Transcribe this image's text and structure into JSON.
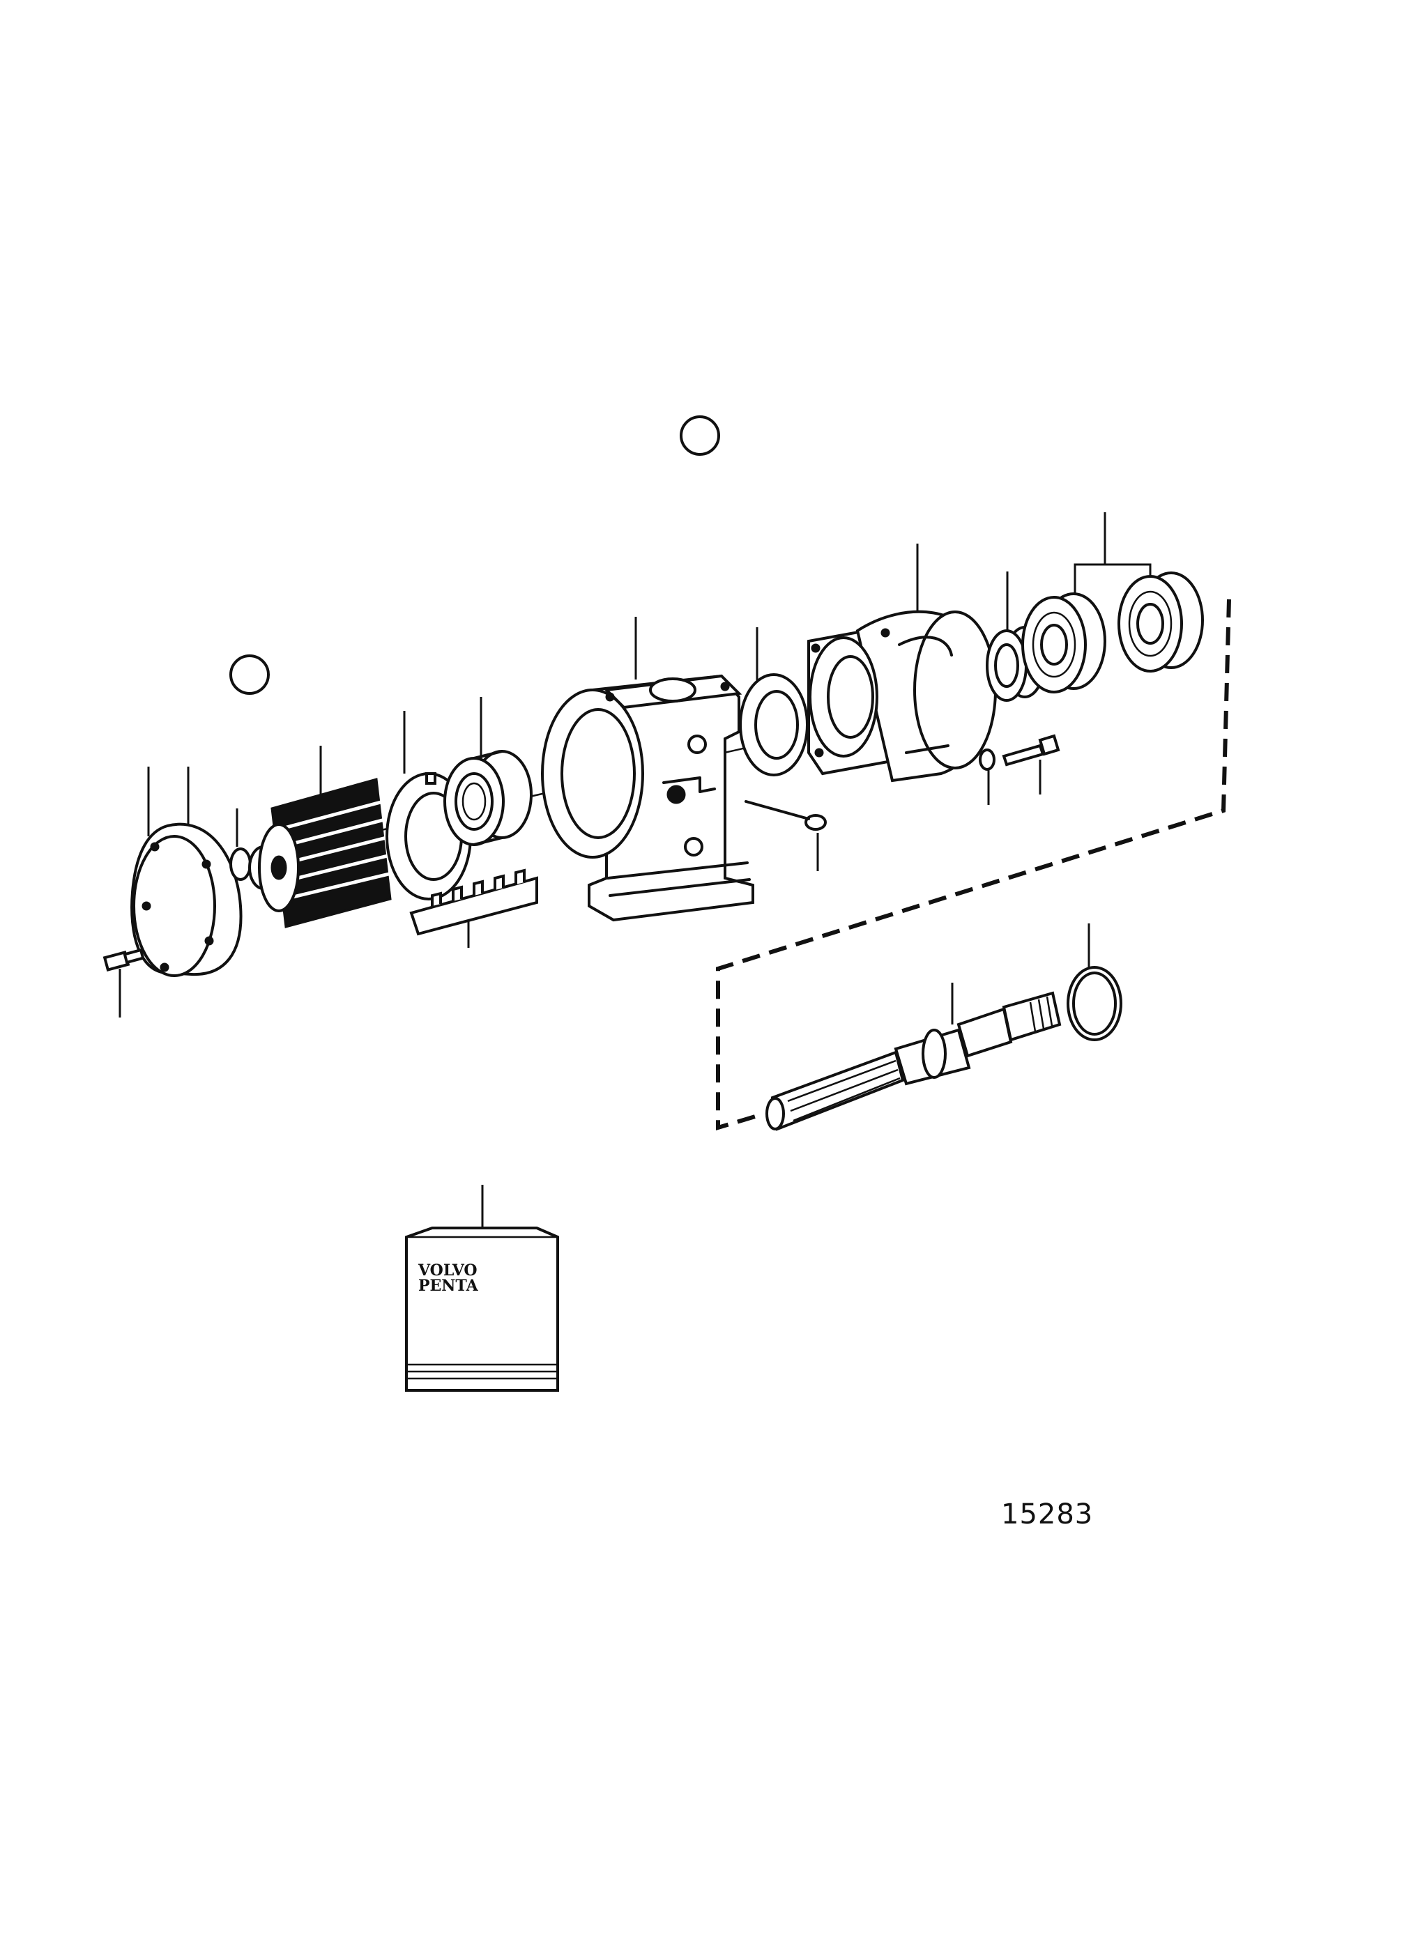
{
  "figure": {
    "number": "15283",
    "brand_line1": "VOLVO",
    "brand_line2": "PENTA"
  },
  "callouts": {
    "marker_circles": 2,
    "leader_lines": 19
  }
}
